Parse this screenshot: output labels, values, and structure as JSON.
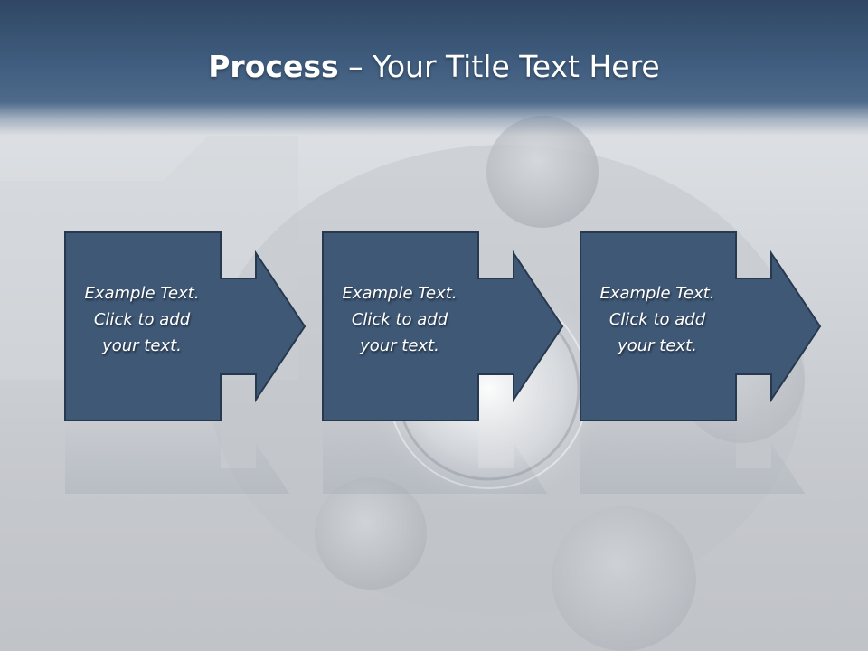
{
  "slide": {
    "title_bold": "Process",
    "title_rest": " – Your Title Text Here"
  },
  "steps": [
    {
      "text": "Example Text.\nClick  to add\nyour text."
    },
    {
      "text": "Example Text.\nClick  to add\nyour text."
    },
    {
      "text": "Example Text.\nClick  to add\nyour text."
    }
  ],
  "colors": {
    "box_fill": "#3e5876",
    "box_border": "#26394f",
    "header": "#3f5c7e",
    "text": "#ffffff"
  },
  "icons": [
    "right-arrow-icon"
  ]
}
